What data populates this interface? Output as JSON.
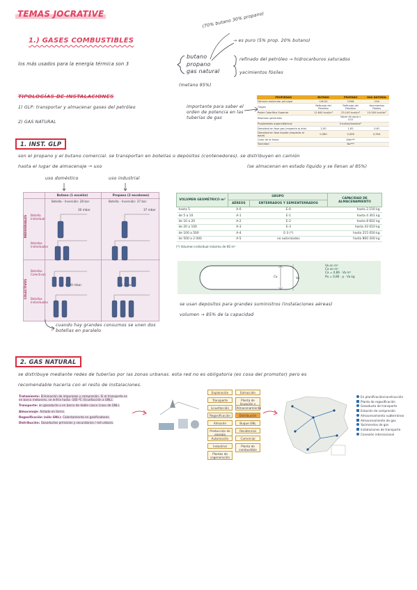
{
  "page_title": "TEMAS JOCRATIVE",
  "section1": {
    "heading": "1.) GASES COMBUSTIBLES",
    "intro": "los más usados para la energía térmica son 3",
    "gases": [
      "butano",
      "propano",
      "gas natural"
    ],
    "note_top": "(70% butano 30% propano)",
    "note_propano": "→ es puro (5% prop. 20% butano)",
    "note_gn": "(metano 95%)",
    "note_refinado": "refinado del petróleo → hidrocarburos saturados",
    "note_yacimientos": "yacimientos fósiles"
  },
  "tipologias": {
    "heading": "TIPOLOGÍAS DE INSTALACIONES",
    "item1": "1) GLP: transportar y almacenar gases del petróleo",
    "item2": "2) GAS NATURAL",
    "side_note": "importante para saber el orden de potencia en las tuberías de gas"
  },
  "props_table": {
    "headers": [
      "PROPIEDAD",
      "BUTANO",
      "PROPANO",
      "GAS NATURAL"
    ],
    "rows": [
      [
        "Fórmula molecular principal",
        "C4H10",
        "C3H8",
        "CH4"
      ],
      [
        "Origen",
        "Refinado del Petróleo",
        "Refinado del Petróleo",
        "Yacimientos Fósiles"
      ],
      [
        "Poder Calorífico Superior",
        "11.840 kcal/m³",
        "23.140 kcal/m³",
        "10.000 kcal/m³"
      ],
      [
        "Residuos generales",
        "",
        "Vapor de agua y CO2",
        ""
      ],
      [
        "Propiedades organolépticas",
        "",
        "Incoloro/Inodoro*",
        ""
      ],
      [
        "Densidad en fase gas (respecto al aire)",
        "2,00",
        "1,62",
        "0,61"
      ],
      [
        "Densidad en fase líquida (respecto al agua)",
        "0,580",
        "0,506",
        "0,554"
      ],
      [
        "Calor de la llama",
        "",
        "Alto***",
        ""
      ],
      [
        "Toxicidad",
        "",
        "No***",
        ""
      ]
    ]
  },
  "section_glp": {
    "heading": "1. INST. GLP",
    "text1": "son el propano y el butano comercial. se transportan en botellas o depósitos (contenedores). se distribuyen en camión",
    "text2": "hasta el lugar de almacenaje → uso",
    "label_uso_domestico": "uso doméstico",
    "label_uso_industrial": "uso industrial",
    "note_almacenan": "(se almacenan en estado líquido y se llenan al 85%)",
    "note_bottom": "cuando hay grandes consumos se unen dos botellas en paralelo",
    "diagram": {
      "col_butano": "Butano (1 escalón)",
      "col_propano": "Propano (2 escalones)",
      "row_group1": "INDIVIDUALES",
      "row_group2": "COLECTIVOS",
      "row_labels": [
        "Botella Individual",
        "Botellas Individuales",
        "Botellas Colectivas",
        "Botellas Individuales"
      ],
      "cell_labels": [
        "Botella - Inversión: 28 bar",
        "Botella - Inversión: 37 bar",
        "30 mbar",
        "37 mbar",
        "1,5 bar",
        "0,-30 mbar"
      ]
    }
  },
  "volume_table": {
    "headers": {
      "vol": "VOLUMEN GEOMÉTRICO m³",
      "grupo": "GRUPO",
      "aereos": "AÉREOS",
      "enterrados": "ENTERRADOS Y SEMIENTERRADOS",
      "capacidad": "CAPACIDAD DE ALMACENAMIENTO"
    },
    "rows": [
      [
        "hasta 5",
        "A-0",
        "E-0",
        "hasta 2.150 kg"
      ],
      [
        "de 5 a 10",
        "A-1",
        "E-1",
        "hasta 4 301 kg"
      ],
      [
        "de 10 a 20",
        "A-2",
        "E-2",
        "hasta 8 602 kg"
      ],
      [
        "de 20 a 100",
        "A-3",
        "E-3",
        "hasta 43 010 kg"
      ],
      [
        "de 100 a 500",
        "A-4",
        "E-3 (*)",
        "hasta 215 050 kg"
      ],
      [
        "de 500 a 2 000",
        "A-5",
        "no autorizados",
        "hasta 860 200 kg"
      ]
    ],
    "footnote": "(*) Volumen individual máximo de 60 m³",
    "tank_labels": [
      "Va en m³",
      "Ca en m³",
      "Ca = 0,86 · Va m³",
      "Pa = 0,86 · ρ · Va kg"
    ],
    "tank_dim": "Ca",
    "tank_dim2": "Va"
  },
  "tank_note1": "se usan depósitos para grandes suministros (instalaciones aéreas)",
  "tank_note2": "volumen → 85% de la capacidad",
  "section_gn": {
    "heading": "2. GAS NATURAL",
    "text1": "se distribuye mediante redes de tuberías por las zonas urbanas. esta red no es obligatoria (es cosa del promotor) pero es",
    "text2": "recomendable hacerla con el resto de instalaciones.",
    "bullets": [
      {
        "label": "Tratamiento:",
        "text": "Eliminación de impurezas y compresión. Si el transporte es en barco metanero, se enfría hasta -160 ºC (licuefacción a GNL)."
      },
      {
        "label": "Transporte:",
        "text": "en gasoducto o en barco de doble casco (caso de GNL)."
      },
      {
        "label": "Almacenaje:",
        "text": "Aislado en tierra."
      },
      {
        "label": "Regasificación (sólo GNL):",
        "text": "Calentamiento en gasificadores."
      },
      {
        "label": "Distribución:",
        "text": "Gasoductos primarios y secundarios / red urbana."
      }
    ],
    "flow": {
      "boxes": [
        "Exploración",
        "Extracción",
        "Transporte",
        "Planta de licuación y tratamiento",
        "Licuefacción",
        "Almacenamiento",
        "Regasificación",
        "Distribución",
        "Almacén",
        "Buque GNL",
        "Producción de energía",
        "Residencial",
        "Automoción",
        "Comercial",
        "Industrial",
        "Planta de combustible",
        "Plantas de cogeneración"
      ]
    },
    "map_legend": [
      "En planificación/construcción",
      "Planta de regasificación",
      "Gasoducto de transporte",
      "Estación de compresión",
      "Almacenamiento subterráneo",
      "Almacenamiento de gas",
      "Yacimientos de gas",
      "Instalaciones de transporte",
      "Conexión internacional"
    ]
  },
  "colors": {
    "accent_pink": "#e0425f",
    "red_box": "#d8283c",
    "ink": "#3c3a44",
    "table_orange": "#e9a825",
    "table_green": "#e3efe2"
  }
}
